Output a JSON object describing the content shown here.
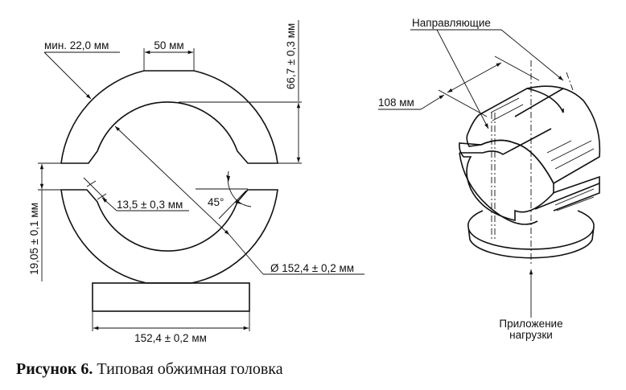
{
  "left_view": {
    "min_thickness": "мин. 22,0 мм",
    "flat_width": "50 мм",
    "half_height": "66,7 ± 0,3 мм",
    "gap": "19,05 ± 0,1 мм",
    "chamfer": "13,5 ± 0,3 мм",
    "angle": "45°",
    "inner_diameter": "Ø 152,4 ± 0,2 мм",
    "base_width": "152,4 ± 0,2 мм"
  },
  "right_view": {
    "guides_label": "Направляющие",
    "length": "108 мм",
    "load_line1": "Приложение",
    "load_line2": "нагрузки"
  },
  "caption": {
    "number": "Рисунок 6.",
    "title": " Типовая обжимная головка"
  }
}
